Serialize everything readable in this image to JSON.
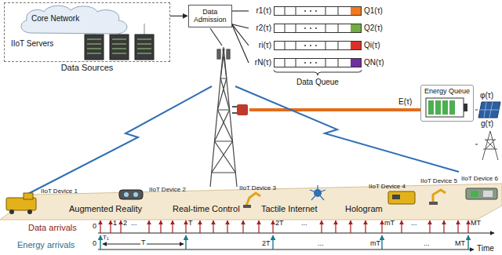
{
  "diagram": {
    "nodes": [
      {
        "text": [
          "Data Sources"
        ]
      },
      {
        "text": [
          "Core Network"
        ],
        "in": 0
      },
      {
        "text": [
          "Data Admission"
        ]
      },
      {
        "text": [
          "r1(τ)",
          "Q1(τ)"
        ]
      },
      {
        "text": [
          "r2(τ)",
          "Q2(τ)"
        ]
      },
      {
        "text": [
          "ri(τ)",
          "Qi(τ)"
        ]
      },
      {
        "text": [
          "rN(τ)",
          "QN(τ)"
        ]
      },
      {
        "text": [
          "Energy Queue"
        ]
      }
    ],
    "edges": [
      {
        "from": 0,
        "to": 2,
        "arrow": "to"
      },
      {
        "from": 2,
        "to": 3,
        "arrow": "none"
      },
      {
        "from": 2,
        "to": 4,
        "arrow": "none"
      },
      {
        "from": 2,
        "to": 5,
        "arrow": "none"
      },
      {
        "from": 2,
        "to": 6,
        "arrow": "none"
      }
    ],
    "labels": [
      "IIoT Servers",
      "Data Queue",
      "E(τ)",
      "φ(τ)",
      "g(τ)",
      "IIoT Device 1",
      "Augmented Reality",
      "IIoT Device 2",
      "Real-time Control",
      "IIoT Device 3",
      "Tactile Internet",
      "Hologram",
      "IIoT Device 4",
      "IIoT Device 5",
      "IIoT Device 6",
      "Data arrivals",
      "Energy arrivals",
      "0",
      "1",
      "2",
      "...",
      "T",
      "2T",
      "...",
      "mT",
      "...",
      "MT",
      "T₁",
      "0",
      "T",
      "2T",
      "...",
      "mT",
      "...",
      "MT",
      "Time"
    ]
  }
}
